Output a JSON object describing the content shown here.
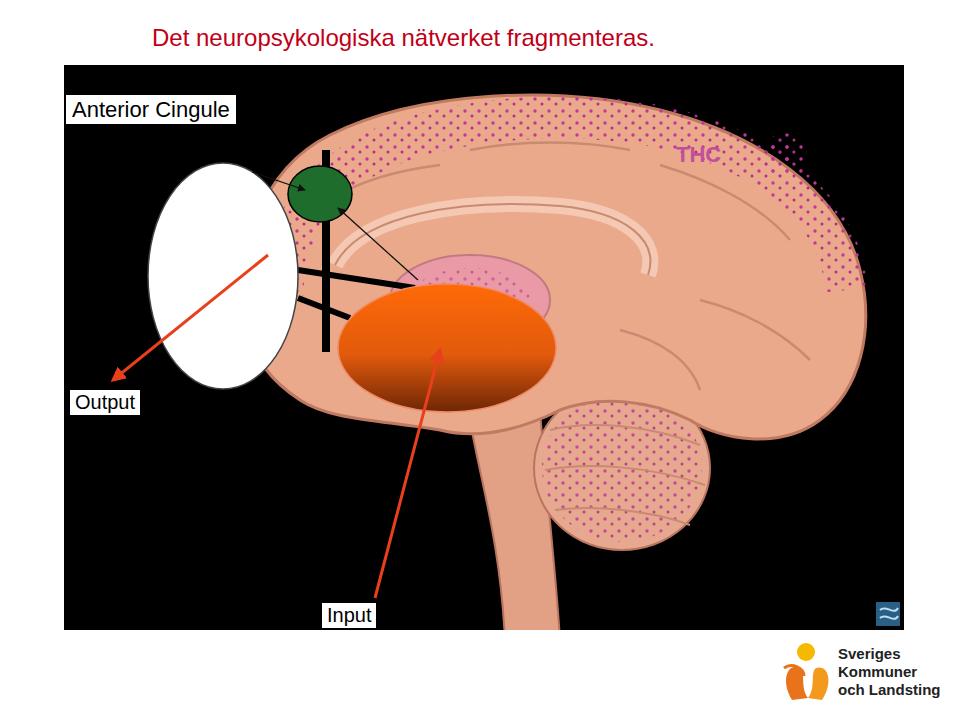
{
  "diagram": {
    "title": "Det neuropsykologiska nätverket fragmenteras.",
    "labels": [
      "Anterior Cingule",
      "THC",
      "Output",
      "Input",
      "Sveriges",
      "Kommuner",
      "och Landsting"
    ]
  }
}
